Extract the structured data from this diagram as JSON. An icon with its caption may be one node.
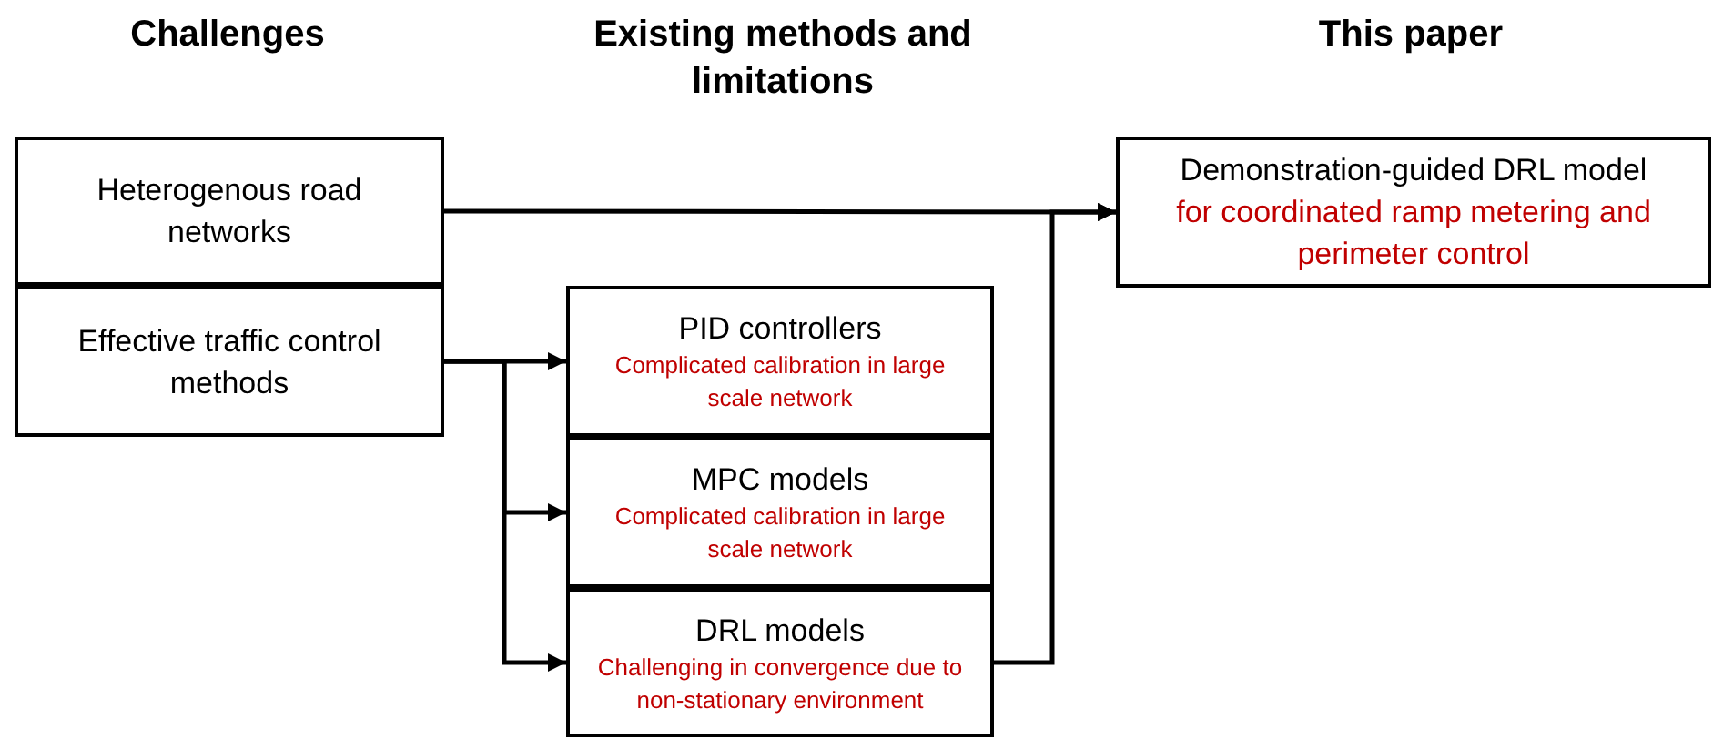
{
  "diagram": {
    "nodes": [
      {
        "text": [
          "Heterogenous road networks"
        ]
      },
      {
        "text": [
          "Effective traffic control methods"
        ]
      },
      {
        "text": [
          "PID controllers",
          "Complicated calibration in large scale network"
        ]
      },
      {
        "text": [
          "MPC models",
          "Complicated calibration in large scale network"
        ]
      },
      {
        "text": [
          "DRL models",
          "Challenging in convergence due to non-stationary environment"
        ]
      },
      {
        "text": [
          "Demonstration-guided DRL model",
          "for coordinated ramp metering and perimeter control"
        ]
      }
    ],
    "edges": [
      {
        "from": 0,
        "to": 5,
        "arrow": "to"
      },
      {
        "from": 1,
        "to": 2,
        "arrow": "to"
      },
      {
        "from": 1,
        "to": 3,
        "arrow": "to"
      },
      {
        "from": 1,
        "to": 4,
        "arrow": "to"
      },
      {
        "from": 4,
        "to": 5,
        "arrow": "to"
      }
    ],
    "labels": [
      "Challenges",
      "Existing methods and limitations",
      "This paper"
    ]
  }
}
